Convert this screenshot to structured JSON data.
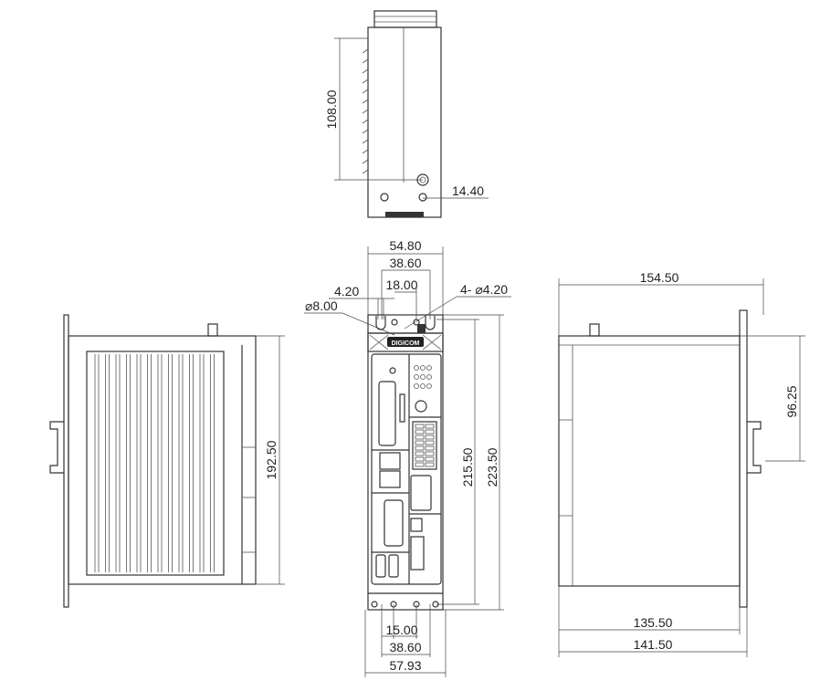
{
  "title": "Industrial box PC dimension drawing",
  "logo": "DIGICOM",
  "top_view": {
    "dims": {
      "depth_108": "108.00",
      "offset_14_40": "14.40"
    }
  },
  "front_view": {
    "dims": {
      "width_54_80": "54.80",
      "hole_pitch_top": "38.60",
      "hole_pitch_inner": "18.00",
      "slot_width": "4.20",
      "slot_diameter": "⌀8.00",
      "holes": "4- ⌀4.20",
      "height_215_50": "215.50",
      "height_223_50": "223.50",
      "bottom_15_00": "15.00",
      "hole_pitch_bottom": "38.60",
      "width_57_93": "57.93"
    }
  },
  "left_view": {
    "dims": {
      "height_192_50": "192.50"
    }
  },
  "right_view": {
    "dims": {
      "depth_154_50": "154.50",
      "din_96_25": "96.25",
      "depth_135_50": "135.50",
      "depth_141_50": "141.50"
    }
  }
}
